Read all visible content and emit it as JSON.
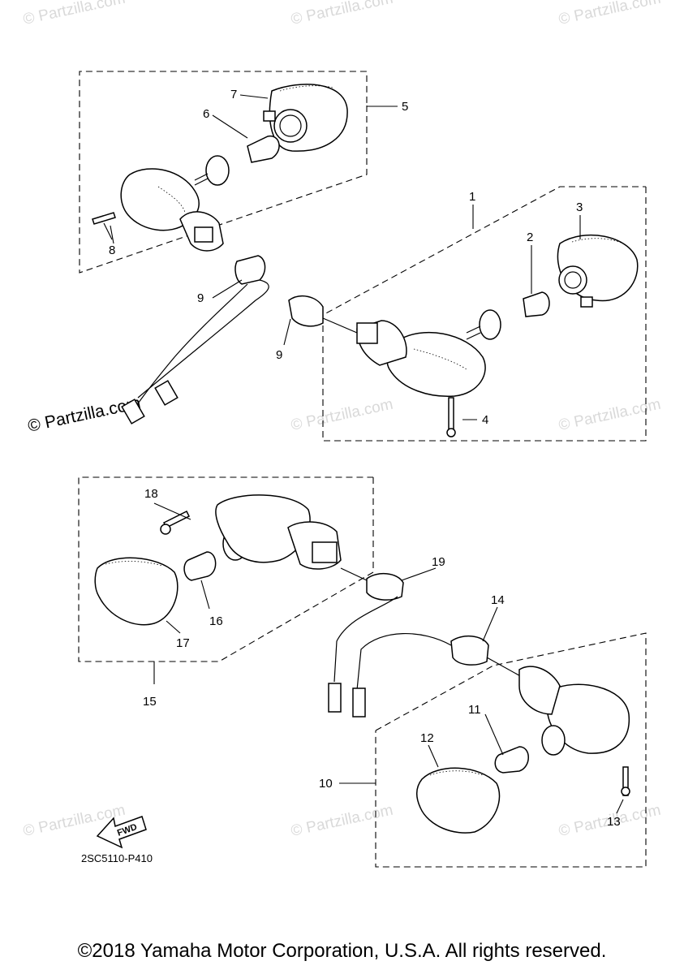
{
  "watermark": "© Partzilla.com",
  "watermark_main": "© Partzilla.com",
  "callouts": {
    "c1": "1",
    "c2": "2",
    "c3": "3",
    "c4": "4",
    "c5": "5",
    "c6": "6",
    "c7": "7",
    "c8": "8",
    "c9a": "9",
    "c9b": "9",
    "c10": "10",
    "c11": "11",
    "c12": "12",
    "c13": "13",
    "c14": "14",
    "c15": "15",
    "c16": "16",
    "c17": "17",
    "c18": "18",
    "c19": "19"
  },
  "fwd_label": "FWD",
  "diagram_code": "2SC5110-P410",
  "copyright": "©2018 Yamaha Motor Corporation, U.S.A. All rights reserved."
}
